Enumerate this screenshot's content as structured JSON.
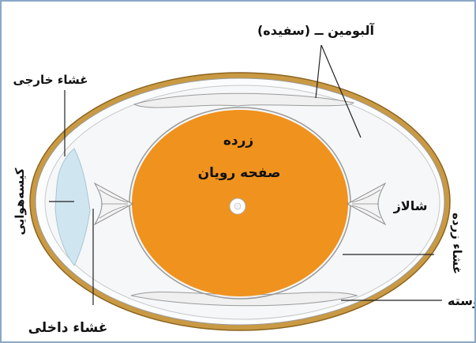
{
  "labels": {
    "albumin": "آلبومین ــ (سفیده)",
    "outer_membrane": "غشاء خارجی",
    "yolk": "زرده",
    "embryo_disc": "صفحه رویان",
    "air_sac": "کیسه‌هوایی",
    "chalaza": "شالاز",
    "yolk_membrane": "غشاء زرده",
    "shell": "پوسته",
    "inner_membrane": "غشاء داخلی"
  },
  "colors": {
    "frame_border": "#8aa8c8",
    "shell": "#c99a43",
    "albumin": "#f5f7f8",
    "yolk": "#f0921e",
    "air_sac": "#cfe6f1",
    "line": "#222222"
  }
}
